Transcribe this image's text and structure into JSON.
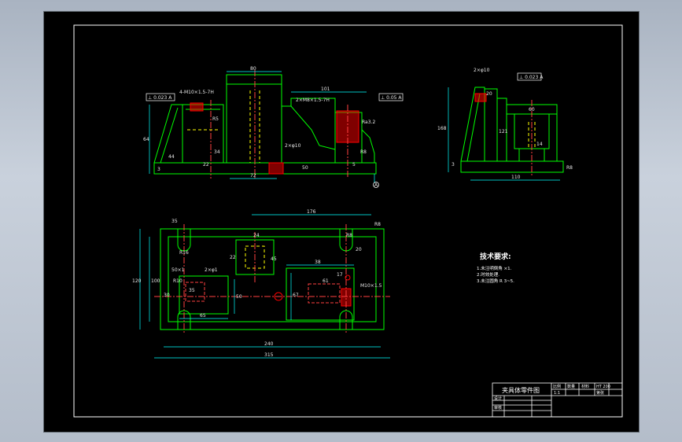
{
  "tech_requirements": {
    "heading": "技术要求:",
    "items": [
      "1.未注明倒角 ×1.",
      "2.时效处理.",
      "3.未注圆角 R 3~5."
    ]
  },
  "title_block": {
    "drawing_name": "夹具体零件图",
    "scale_label": "比例",
    "scale_value": "1:1",
    "quantity_label": "数量",
    "material_label": "材料",
    "material_value": "HT 200",
    "sheet_label": "第张",
    "designer_label": "设计",
    "checker_label": "审核"
  },
  "dimensions": {
    "front_view": [
      "80",
      "64",
      "72",
      "34",
      "101",
      "22",
      "44",
      "3",
      "50",
      "R8",
      "R5",
      "5"
    ],
    "front_annotations": [
      "⊥ 0.023 A",
      "4-M10×1.5-7H",
      "2×M8×1.5-7H",
      "⊥ 0.05 A",
      "2×φ10",
      "Ra3.2"
    ],
    "side_view": [
      "168",
      "121",
      "20",
      "60",
      "110",
      "14",
      "R8",
      "3"
    ],
    "side_annotations": [
      "2×φ10",
      "⊥ 0.023 A"
    ],
    "plan_view": [
      "176",
      "35",
      "R8",
      "R8",
      "R16",
      "100",
      "120",
      "45",
      "22",
      "24",
      "30",
      "35",
      "50",
      "65",
      "61",
      "67",
      "38",
      "17",
      "240",
      "315",
      "20"
    ],
    "plan_annotations": [
      "50×1",
      "2×φ1",
      "R10",
      "M10×1.5"
    ]
  },
  "datum": "A"
}
